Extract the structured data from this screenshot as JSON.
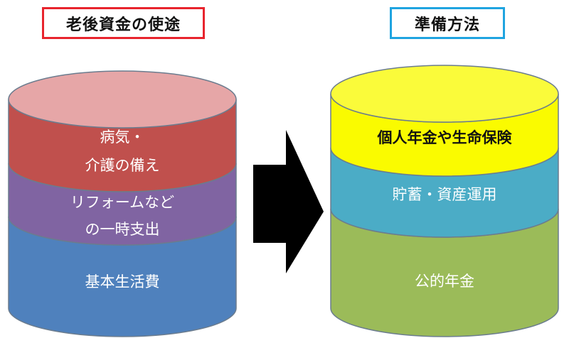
{
  "left_title": "老後資金の使途",
  "right_title": "準備方法",
  "left_cylinder": {
    "bands": [
      {
        "lines": [
          "病気・",
          "介護の備え"
        ]
      },
      {
        "lines": [
          "リフォームなど",
          "の一時支出"
        ]
      },
      {
        "lines": [
          "基本生活費"
        ]
      }
    ]
  },
  "right_cylinder": {
    "bands": [
      {
        "lines": [
          "個人年金や生命保険"
        ]
      },
      {
        "lines": [
          "貯蓄・資産運用"
        ]
      },
      {
        "lines": [
          "公的年金"
        ]
      }
    ]
  },
  "colors": {
    "left_title_border": "#e8242d",
    "right_title_border": "#1fa4e0",
    "left_top_face": "#e6a6a7",
    "left_band_1": "#c0504d",
    "left_band_2": "#8064a2",
    "left_band_3": "#4f81bd",
    "right_top_face": "#fafb3a",
    "right_band_1": "#fafb00",
    "right_band_2": "#4bacc6",
    "right_band_3": "#9bbb59",
    "arrow": "#000000"
  }
}
